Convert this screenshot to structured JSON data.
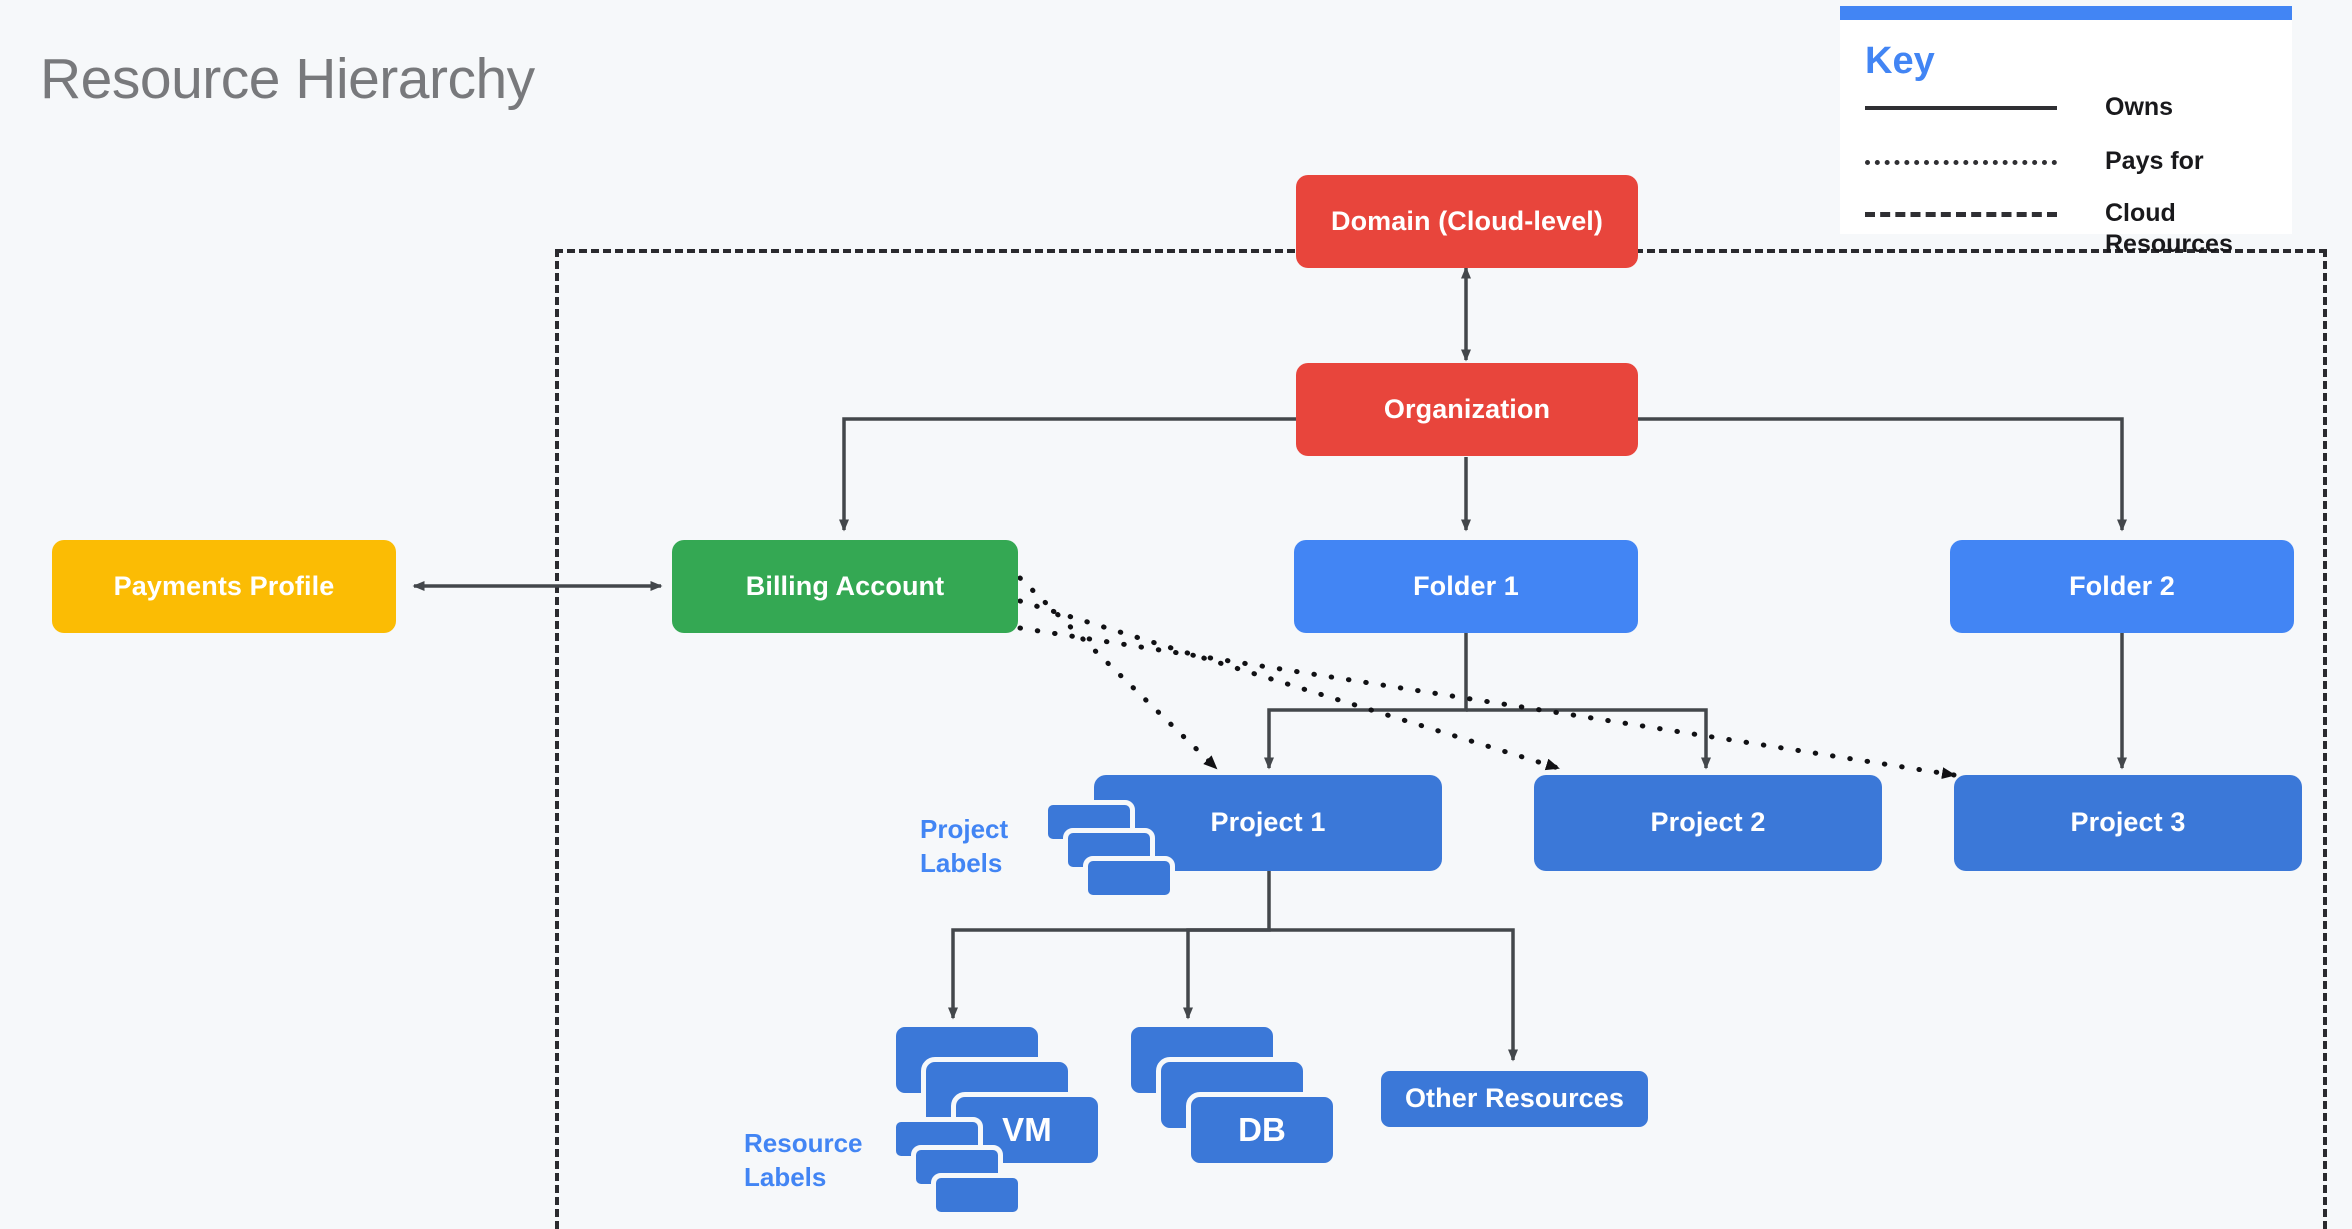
{
  "page": {
    "title": "Resource Hierarchy",
    "background_color": "#f6f8fa",
    "title_color": "#78797c"
  },
  "key": {
    "title": "Key",
    "accent_color": "#4285f4",
    "items": [
      {
        "style": "solid",
        "label": "Owns"
      },
      {
        "style": "dotted",
        "label": "Pays for"
      },
      {
        "style": "dashed",
        "label": "Cloud\nResources"
      }
    ]
  },
  "nodes": {
    "domain": {
      "label": "Domain (Cloud-level)",
      "color": "#e8453c"
    },
    "organization": {
      "label": "Organization",
      "color": "#e8453c"
    },
    "payments": {
      "label": "Payments Profile",
      "color": "#fbbc04"
    },
    "billing": {
      "label": "Billing Account",
      "color": "#34a853"
    },
    "folder1": {
      "label": "Folder 1",
      "color": "#4285f4"
    },
    "folder2": {
      "label": "Folder 2",
      "color": "#4285f4"
    },
    "project1": {
      "label": "Project 1",
      "color": "#3d7ddb"
    },
    "project2": {
      "label": "Project 2",
      "color": "#3d7ddb"
    },
    "project3": {
      "label": "Project 3",
      "color": "#3d7ddb"
    },
    "vm": {
      "label": "VM",
      "color": "#3b78d8"
    },
    "db": {
      "label": "DB",
      "color": "#3b78d8"
    },
    "other": {
      "label": "Other Resources",
      "color": "#3b78d8"
    }
  },
  "side_labels": {
    "project_labels": "Project\nLabels",
    "resource_labels": "Resource\nLabels"
  },
  "chart_data": {
    "type": "diagram",
    "title": "Resource Hierarchy",
    "edges": [
      {
        "from": "domain",
        "to": "organization",
        "relation": "Owns",
        "style": "solid",
        "arrows": "both"
      },
      {
        "from": "payments",
        "to": "billing",
        "relation": "Owns",
        "style": "solid",
        "arrows": "both"
      },
      {
        "from": "organization",
        "to": "billing",
        "relation": "Owns",
        "style": "solid",
        "arrows": "to"
      },
      {
        "from": "organization",
        "to": "folder1",
        "relation": "Owns",
        "style": "solid",
        "arrows": "to"
      },
      {
        "from": "organization",
        "to": "folder2",
        "relation": "Owns",
        "style": "solid",
        "arrows": "to"
      },
      {
        "from": "folder1",
        "to": "project1",
        "relation": "Owns",
        "style": "solid",
        "arrows": "to"
      },
      {
        "from": "folder1",
        "to": "project2",
        "relation": "Owns",
        "style": "solid",
        "arrows": "to"
      },
      {
        "from": "folder2",
        "to": "project3",
        "relation": "Owns",
        "style": "solid",
        "arrows": "to"
      },
      {
        "from": "project1",
        "to": "vm",
        "relation": "Owns",
        "style": "solid",
        "arrows": "to"
      },
      {
        "from": "project1",
        "to": "db",
        "relation": "Owns",
        "style": "solid",
        "arrows": "to"
      },
      {
        "from": "project1",
        "to": "other",
        "relation": "Owns",
        "style": "solid",
        "arrows": "to"
      },
      {
        "from": "billing",
        "to": "project1",
        "relation": "Pays for",
        "style": "dotted",
        "arrows": "to"
      },
      {
        "from": "billing",
        "to": "project2",
        "relation": "Pays for",
        "style": "dotted",
        "arrows": "to"
      },
      {
        "from": "billing",
        "to": "project3",
        "relation": "Pays for",
        "style": "dotted",
        "arrows": "to"
      }
    ],
    "boundary": {
      "style": "dashed",
      "label": "Cloud Resources"
    }
  }
}
